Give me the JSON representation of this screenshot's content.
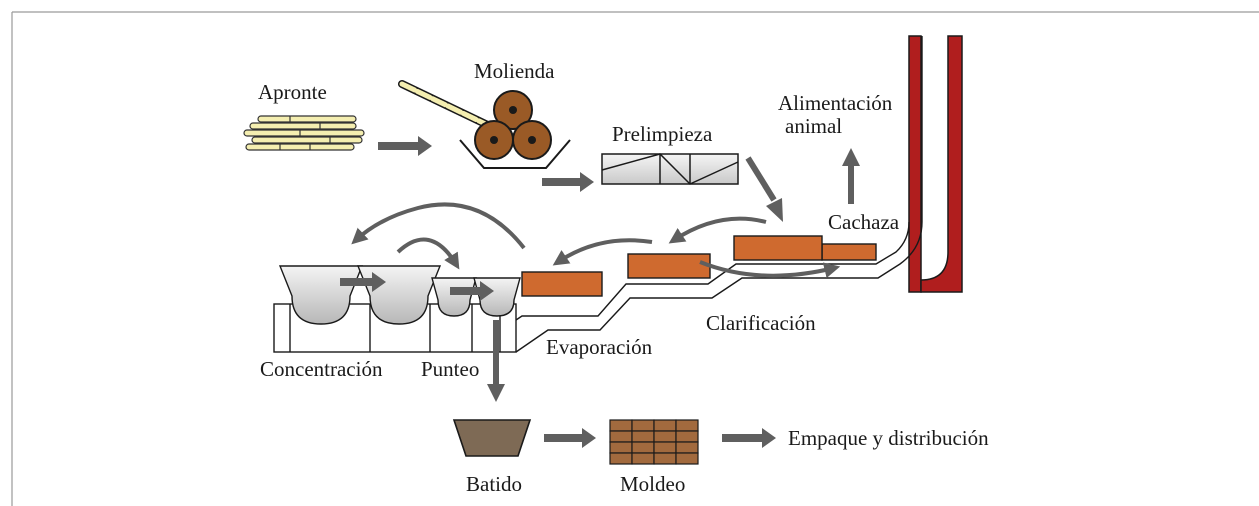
{
  "diagram": {
    "labels": {
      "apronte": "Apronte",
      "molienda": "Molienda",
      "prelimpieza": "Prelimpieza",
      "alimentacion_line1": "Alimentación",
      "alimentacion_line2": "animal",
      "cachaza": "Cachaza",
      "clarificacion": "Clarificación",
      "evaporacion": "Evaporación",
      "concentracion": "Concentración",
      "punteo": "Punteo",
      "batido": "Batido",
      "moldeo": "Moldeo",
      "empaque": "Empaque y distribución"
    },
    "colors": {
      "cane_fill": "#f4eeb0",
      "roller": "#9a5a26",
      "pan": "#cf6a2f",
      "chimney": "#b01e1e",
      "arrow": "#5f5f5f",
      "bowl_top": "#f2f2f2",
      "bowl_bottom": "#b9b9b9",
      "batido_fill": "#7e6a55",
      "mold": "#a26a3e"
    }
  }
}
